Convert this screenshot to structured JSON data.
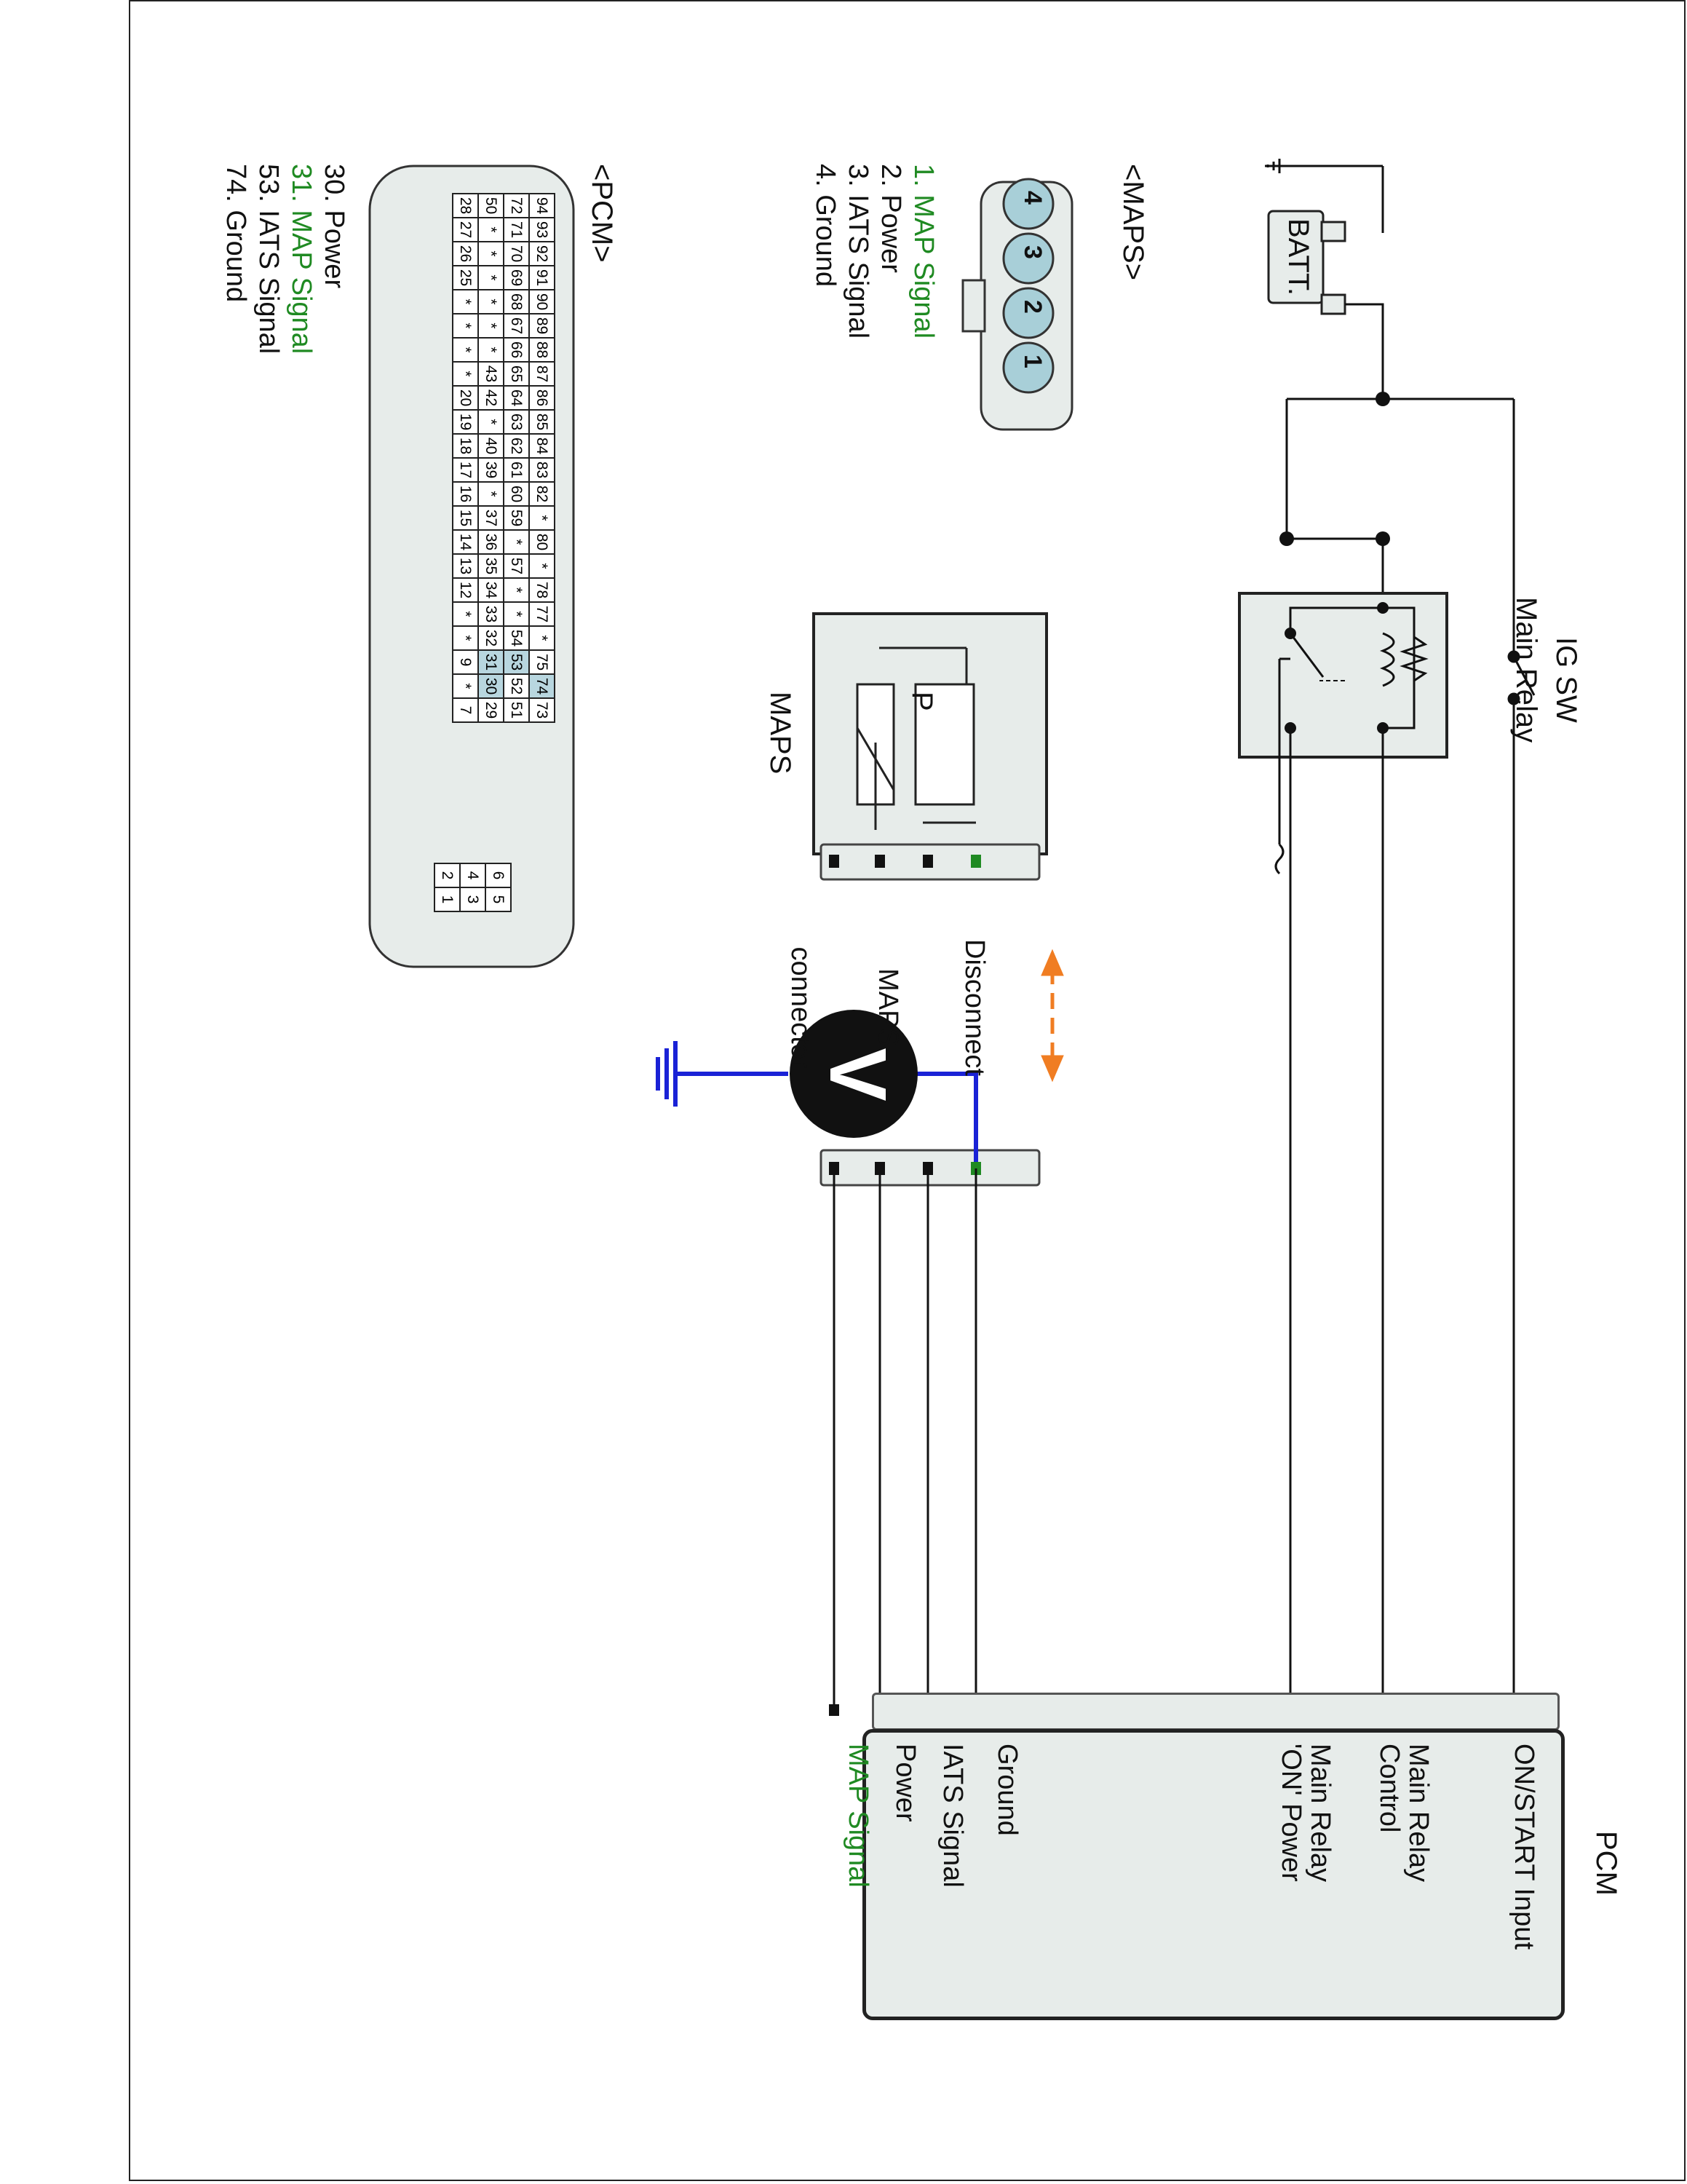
{
  "components": {
    "battery": {
      "label": "BATT.",
      "plus": "+",
      "minus": "-"
    },
    "ig_switch": {
      "label": "IG SW"
    },
    "main_relay": {
      "label": "Main Relay"
    },
    "maps_sensor": {
      "label": "MAPS",
      "element": "P"
    },
    "pcm": {
      "label": "PCM"
    },
    "disconnect": {
      "line1": "Disconnect",
      "line2": "MAPS",
      "line3": "connector"
    },
    "voltmeter": {
      "symbol": "V"
    }
  },
  "pcm_terminals": [
    {
      "label": "ON/START Input",
      "color": "#111111"
    },
    {
      "label": "Main Relay\nControl",
      "color": "#111111"
    },
    {
      "label": "Main Relay\n'ON' Power",
      "color": "#111111"
    },
    {
      "label": "Ground",
      "color": "#111111"
    },
    {
      "label": "IATS Signal",
      "color": "#111111"
    },
    {
      "label": "Power",
      "color": "#111111"
    },
    {
      "label": "MAP Signal",
      "color": "#1f8a22"
    }
  ],
  "maps_connector": {
    "title": "<MAPS>",
    "pins": [
      "1",
      "2",
      "3",
      "4"
    ],
    "legend": [
      {
        "text": "1. MAP Signal",
        "highlight": true
      },
      {
        "text": "2. Power",
        "highlight": false
      },
      {
        "text": "3. IATS Signal",
        "highlight": false
      },
      {
        "text": "4. Ground",
        "highlight": false
      }
    ]
  },
  "pcm_connector": {
    "title": "<PCM>",
    "rows": [
      [
        "94",
        "93",
        "92",
        "91",
        "90",
        "89",
        "88",
        "87",
        "86",
        "85",
        "84",
        "83",
        "82",
        "*",
        "80",
        "*",
        "78",
        "77",
        "*",
        "75",
        "74",
        "73"
      ],
      [
        "72",
        "71",
        "70",
        "69",
        "68",
        "67",
        "66",
        "65",
        "64",
        "63",
        "62",
        "61",
        "60",
        "59",
        "*",
        "57",
        "*",
        "*",
        "54",
        "53",
        "52",
        "51"
      ],
      [
        "50",
        "*",
        "*",
        "*",
        "*",
        "*",
        "*",
        "43",
        "42",
        "*",
        "40",
        "39",
        "*",
        "37",
        "36",
        "35",
        "34",
        "33",
        "32",
        "31",
        "30",
        "29"
      ],
      [
        "28",
        "27",
        "26",
        "25",
        "*",
        "*",
        "*",
        "*",
        "20",
        "19",
        "18",
        "17",
        "16",
        "15",
        "14",
        "13",
        "12",
        "*",
        "*",
        "9",
        "*",
        "7"
      ]
    ],
    "highlighted": [
      "74",
      "53",
      "31",
      "30"
    ],
    "small_block": [
      [
        "6",
        "5"
      ],
      [
        "4",
        "3"
      ],
      [
        "2",
        "1"
      ]
    ],
    "legend": [
      {
        "text": "30. Power",
        "highlight": false
      },
      {
        "text": "31. MAP Signal",
        "highlight": true
      },
      {
        "text": "53. IATS Signal",
        "highlight": false
      },
      {
        "text": "74. Ground",
        "highlight": false
      }
    ]
  },
  "colors": {
    "wire": "#111111",
    "voltmeter_wire": "#1a22d6",
    "signal_green": "#1f8a22",
    "arrow_orange": "#f07d22",
    "box_fill": "#e7ecea",
    "pin_highlight": "#b8d6df"
  }
}
